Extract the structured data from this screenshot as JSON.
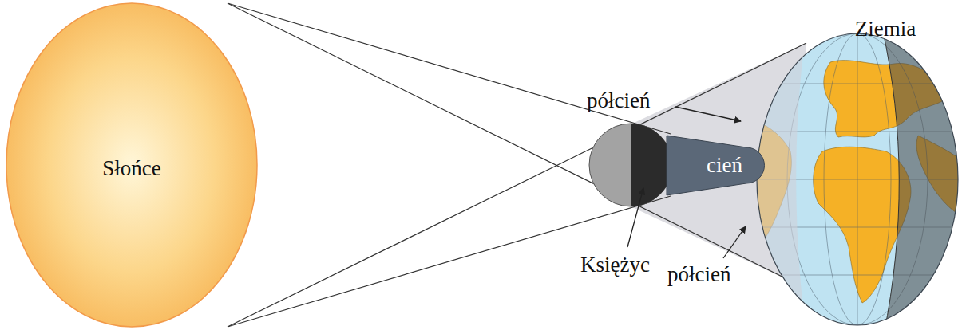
{
  "diagram": {
    "nodes": [
      {
        "text": [
          "Ziemia"
        ]
      },
      {
        "text": [
          "Słońce"
        ]
      },
      {
        "text": [
          "cień"
        ]
      }
    ],
    "labels": [
      "półcień",
      "Księżyc",
      "półcień"
    ]
  }
}
